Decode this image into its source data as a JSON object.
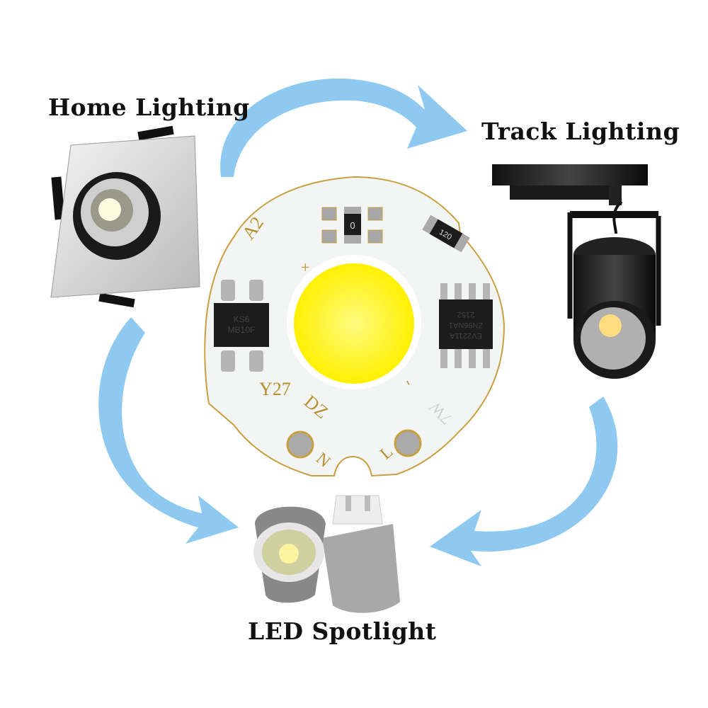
{
  "labels": {
    "home": "Home Lighting",
    "track": "Track Lighting",
    "spot": "LED Spotlight"
  },
  "board_markings": {
    "a2": "A2",
    "plus": "+",
    "minus": "-",
    "y27": "Y27",
    "dz": "DZ",
    "power": "7W",
    "n": "N",
    "l": "L",
    "resistor_0": "0",
    "resistor_120": "120",
    "bridge_chip": [
      "KS6",
      "MB10F"
    ],
    "driver_chip": [
      "EV2211A",
      "ZN96NA1",
      "2152"
    ]
  },
  "colors": {
    "arrow": "#8ec9f2",
    "board": "#f2f5f3",
    "led": "#fff23a",
    "silkscreen": "#b8902e"
  }
}
